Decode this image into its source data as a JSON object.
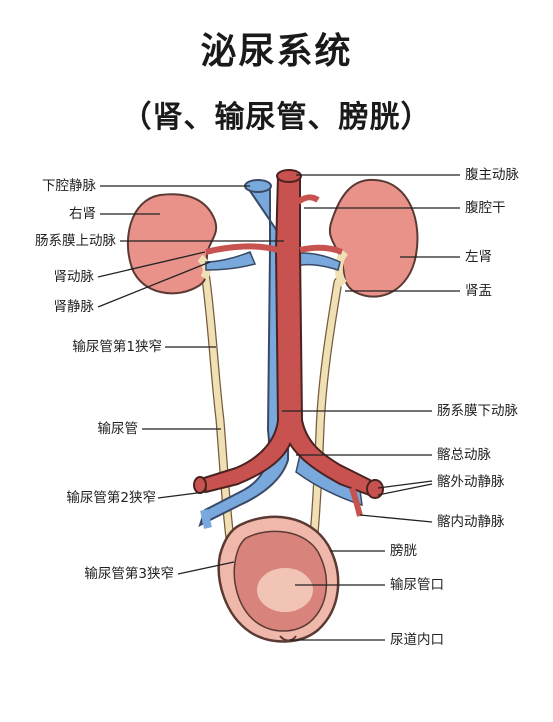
{
  "title": "泌尿系统",
  "subtitle": "（肾、输尿管、膀胱）",
  "colors": {
    "kidney": "#e8928a",
    "vein": "#78a8dc",
    "artery": "#c8524f",
    "ureter": "#efe0b6",
    "bladder": "#f0b8aa",
    "bladder_inner": "#d9837d"
  },
  "labels": {
    "ivc": "下腔静脉",
    "right_kidney": "右肾",
    "sma": "肠系膜上动脉",
    "renal_artery": "肾动脉",
    "renal_vein": "肾静脉",
    "ureter_1st": "输尿管第1狭窄",
    "ureter": "输尿管",
    "ureter_2nd": "输尿管第2狭窄",
    "ureter_3rd": "输尿管第3狭窄",
    "aorta": "腹主动脉",
    "celiac": "腹腔干",
    "left_kidney": "左肾",
    "renal_pelvis": "肾盂",
    "ima": "肠系膜下动脉",
    "common_iliac": "髂总动脉",
    "external_iliac": "髂外动静脉",
    "internal_iliac": "髂内动静脉",
    "bladder": "膀胱",
    "ureteral_orifice": "输尿管口",
    "urethral_orifice": "尿道内口"
  }
}
